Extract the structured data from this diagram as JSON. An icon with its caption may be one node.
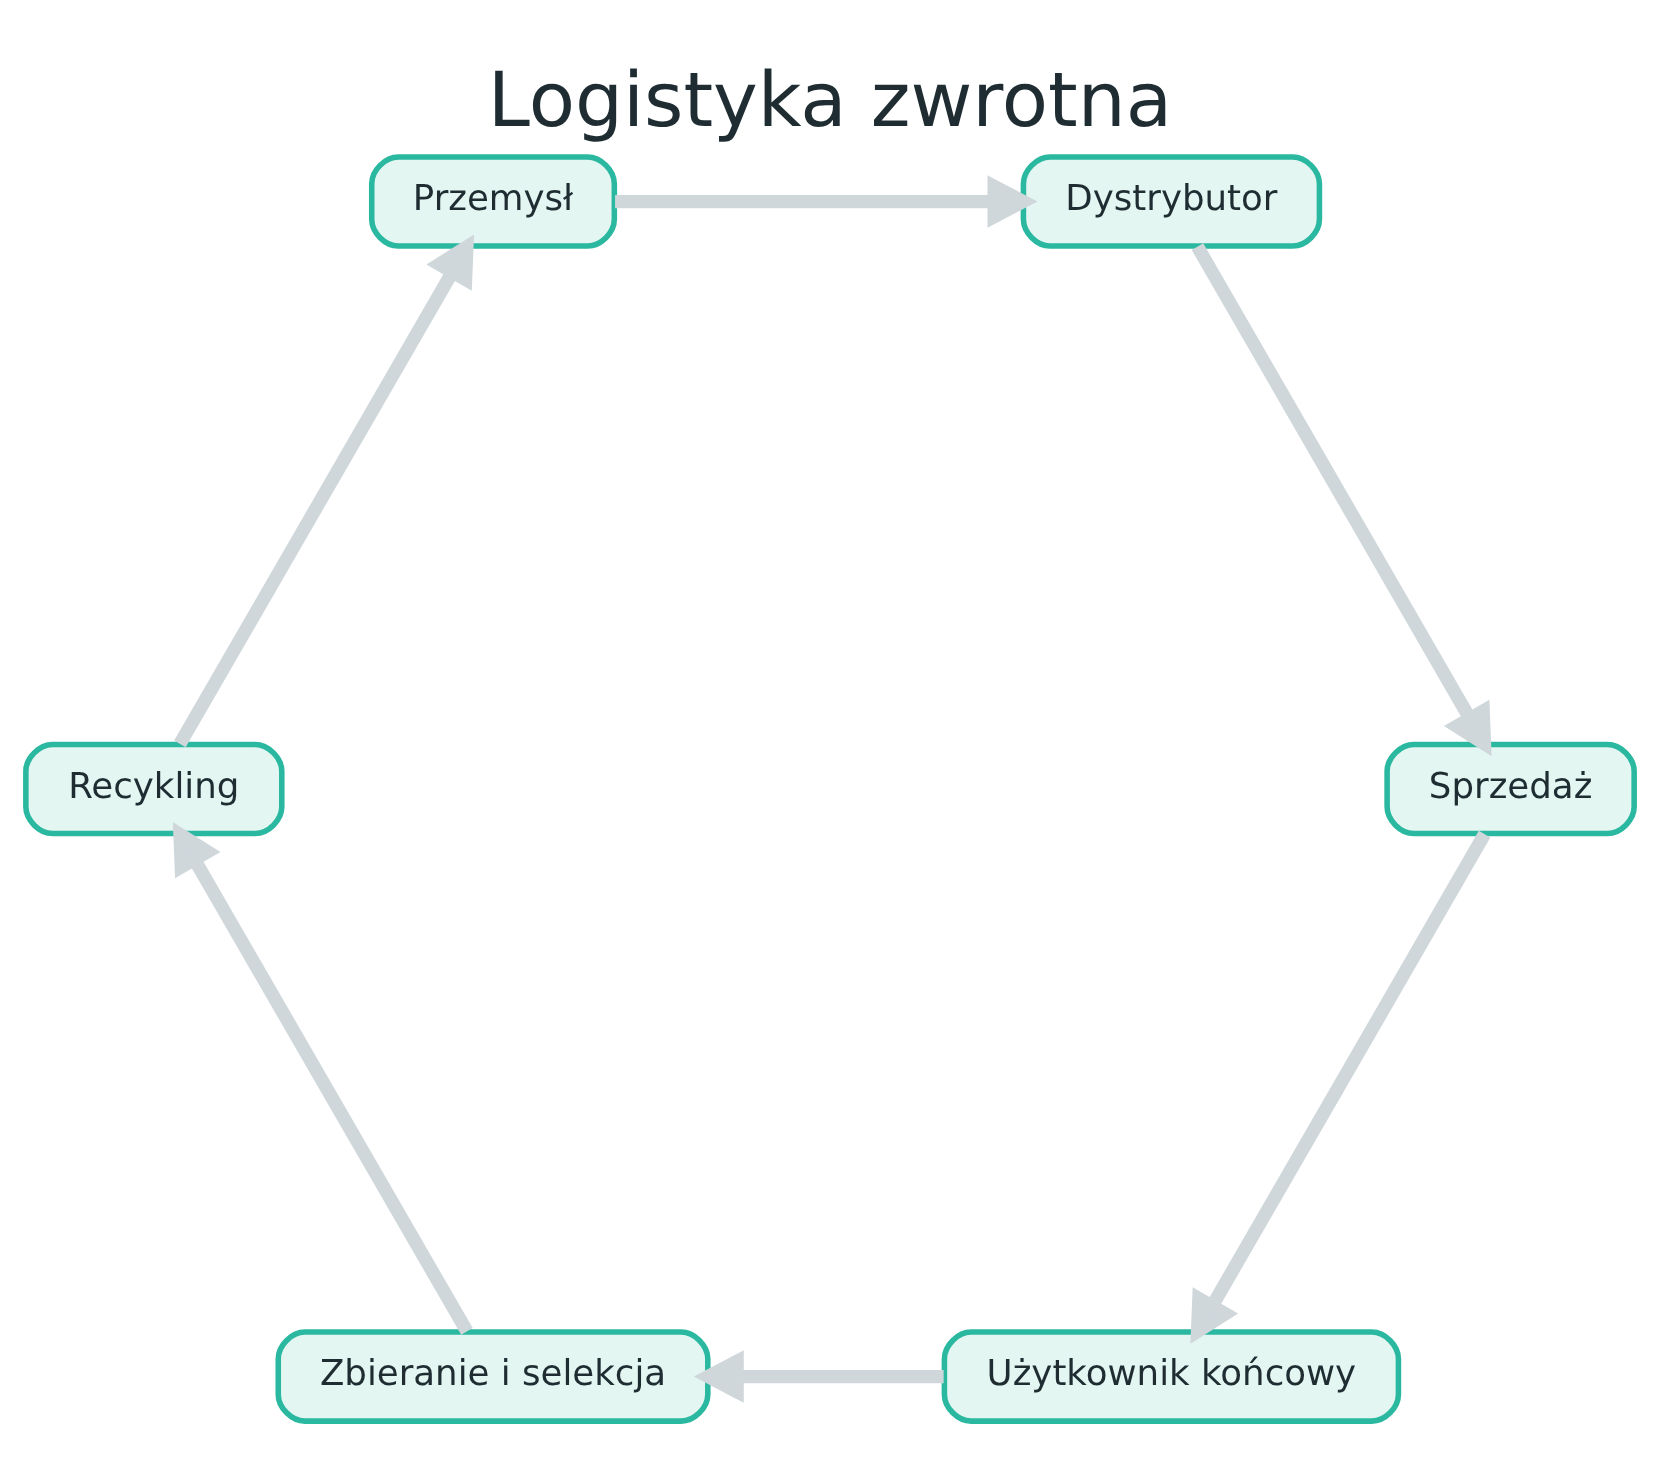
{
  "diagram": {
    "title": "Logistyka zwrotna",
    "nodes": [
      {
        "text": [
          "Przemysł"
        ]
      },
      {
        "text": [
          "Dystrybutor"
        ]
      },
      {
        "text": [
          "Sprzedaż"
        ]
      },
      {
        "text": [
          "Użytkownik końcowy"
        ]
      },
      {
        "text": [
          "Zbieranie i selekcja"
        ]
      },
      {
        "text": [
          "Recykling"
        ]
      }
    ],
    "edges": [
      {
        "from": 0,
        "to": 1,
        "arrow": "to"
      },
      {
        "from": 1,
        "to": 2,
        "arrow": "to"
      },
      {
        "from": 2,
        "to": 3,
        "arrow": "to"
      },
      {
        "from": 3,
        "to": 4,
        "arrow": "to"
      },
      {
        "from": 4,
        "to": 5,
        "arrow": "to"
      },
      {
        "from": 5,
        "to": 0,
        "arrow": "to"
      }
    ]
  }
}
